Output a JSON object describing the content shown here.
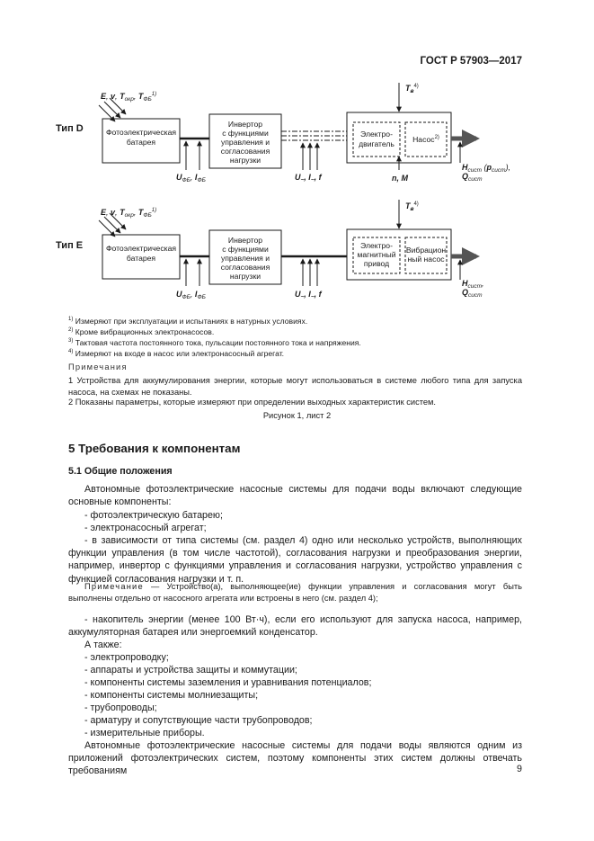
{
  "header": {
    "standard": "ГОСТ Р 57903—2017"
  },
  "figure": {
    "type_d_label": "Тип D",
    "type_e_label": "Тип E",
    "pv_battery": [
      "Фотоэлектрическая",
      "батарея"
    ],
    "inverter": [
      "Инвертор",
      "с функциями",
      "управления и",
      "согласования",
      "нагрузки"
    ],
    "motor": [
      "Электро-",
      "двигатель"
    ],
    "pump": "Насос",
    "pump_sup": "2)",
    "em_drive": [
      "Электро-",
      "магнитный",
      "привод"
    ],
    "vib_pump": [
      "Вибрацион",
      "ный насос"
    ],
    "input_params": "E, v, Tокр, TФБ",
    "input_sup": "1)",
    "tv_label": "Tв",
    "tv_sup": "4)",
    "ufb_label": "UФБ, IФБ",
    "uac_label": "U~, I~, f",
    "nm_label": "n, M",
    "output_d": [
      "Hсист (pсист),",
      "Qсист"
    ],
    "output_e": [
      "Hсист,",
      "Qсист"
    ]
  },
  "footnotes": [
    {
      "mark": "1)",
      "text": " Измеряют при эксплуатации и испытаниях в натурных условиях."
    },
    {
      "mark": "2)",
      "text": " Кроме вибрационных электронасосов."
    },
    {
      "mark": "3)",
      "text": " Тактовая частота постоянного тока, пульсации постоянного тока и напряжения."
    },
    {
      "mark": "4)",
      "text": " Измеряют на входе в насос или электронасосный агрегат."
    }
  ],
  "notes": {
    "title": "Примечания",
    "note1": "1 Устройства для аккумулирования энергии, которые могут использоваться в системе любого типа для запуска насоса, на схемах не показаны.",
    "note2": "2 Показаны параметры, которые измеряют при определении выходных характеристик систем."
  },
  "caption": "Рисунок 1, лист 2",
  "section": {
    "title": "5 Требования к компонентам",
    "subtitle": "5.1 Общие положения",
    "intro": "Автономные фотоэлектрические насосные системы для подачи воды включают следующие основные компоненты:",
    "items1": [
      "- фотоэлектрическую батарею;",
      "- электронасосный агрегат;",
      "- в зависимости от типа системы (см. раздел 4) одно или несколько устройств, выполняющих функции управления (в том числе частотой), согласования нагрузки и преобразования энергии, например, инвертор с функциями управления и согласования нагрузки, устройство управления с функцией согласования нагрузки и т. п."
    ],
    "note_word": "Примечание",
    "note_text": " — Устройство(а), выполняющее(ие) функции управления и согласования могут быть выполнены отдельно от насосного агрегата или встроены в него (см. раздел 4);",
    "storage": "- накопитель энергии (менее 100 Вт·ч), если его используют для запуска насоса, например, аккумуляторная батарея или энергоемкий конденсатор.",
    "also": "А также:",
    "items2": [
      "- электропроводку;",
      "- аппараты и устройства защиты и коммутации;",
      "- компоненты системы заземления и уравнивания потенциалов;",
      "- компоненты системы молниезащиты;",
      "- трубопроводы;",
      "- арматуру и сопутствующие части трубопроводов;",
      "- измерительные приборы."
    ],
    "closing": "Автономные фотоэлектрические насосные системы для подачи воды являются одним из приложений фотоэлектрических систем, поэтому компоненты этих систем должны отвечать требованиям"
  },
  "page_number": "9"
}
